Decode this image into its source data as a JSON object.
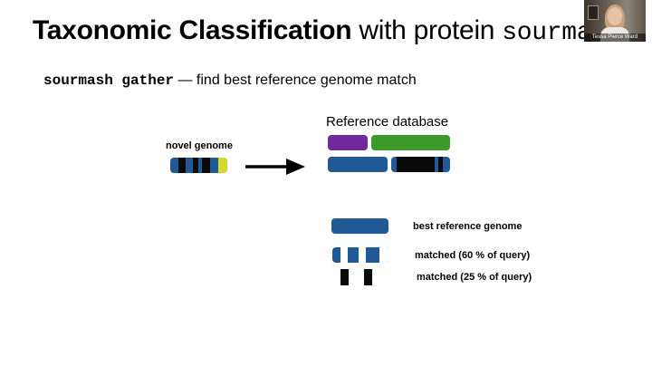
{
  "slide": {
    "title_bold": "Taxonomic Classification",
    "title_normal": " with protein ",
    "title_mono": "sourmash",
    "subtitle_cmd": "sourmash gather",
    "subtitle_rest": " — find best reference genome match",
    "novel_genome_label": "novel genome",
    "reference_db_label": "Reference database",
    "best_ref_label": "best reference genome",
    "matched1_label": "matched (60 % of query)",
    "matched2_label": "matched (25 % of query)"
  },
  "video": {
    "name": "Tessa Pierce Ward"
  },
  "colors": {
    "genome_blue": "#1f5a96",
    "stripe_black": "#0a0a0a",
    "yellow": "#d7d92a",
    "purple": "#6e2a9a",
    "green": "#3c9a2a"
  }
}
